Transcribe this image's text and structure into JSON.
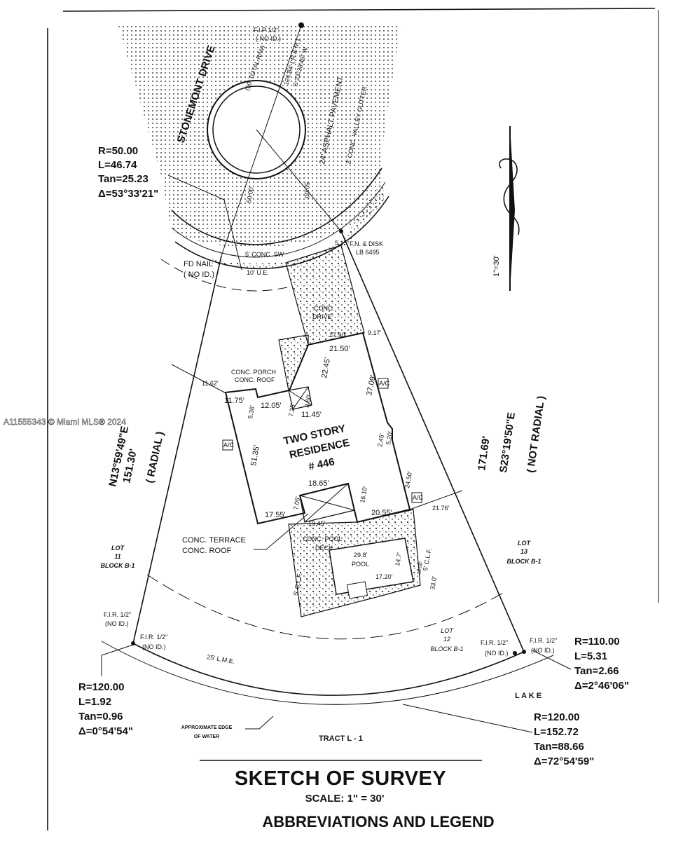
{
  "watermark": "A11555343 © Miami MLS® 2024",
  "street": {
    "name": "STONEMONT DRIVE",
    "row": "(50' TOTAL R/W)",
    "pavement": "24' ASPHALT PAVEMENT",
    "gutter": "2' CONC. VALLEY GUTTER",
    "radius1": "50.00'",
    "radius2": "50.00'",
    "sidewalk": "5' CONC. SW"
  },
  "monuments": {
    "fip_top": [
      "F.I.P 1/2\"",
      "( NO ID.)"
    ],
    "fip_bearing": [
      "124.84' ( R & M )",
      "S 23°28'49\" W"
    ],
    "fd_nail": [
      "FD NAIL",
      "( NO ID.)"
    ],
    "fn_disk": [
      "F.N. & DISK",
      "LB 6495"
    ],
    "fir_left_outer": [
      "F.I.R. 1/2\"",
      "(NO ID.)"
    ],
    "fir_left_inner": [
      "F.I.R. 1/2\"",
      "(NO ID.)"
    ],
    "fir_right_inner": [
      "F.I.R. 1/2\"",
      "(NO ID.)"
    ],
    "fir_right_outer": [
      "F.I.R. 1/2\"",
      "(NO ID.)"
    ]
  },
  "curves": {
    "c1": [
      "R=50.00",
      "L=46.74",
      "Tan=25.23",
      "Δ=53°33'21\""
    ],
    "c2": [
      "R=120.00",
      "L=1.92",
      "Tan=0.96",
      "Δ=0°54'54\""
    ],
    "c3": [
      "R=110.00",
      "L=5.31",
      "Tan=2.66",
      "Δ=2°46'06\""
    ],
    "c4": [
      "R=120.00",
      "L=152.72",
      "Tan=88.66",
      "Δ=72°54'59\""
    ]
  },
  "lines": {
    "left": [
      "N13°59'49\"E",
      "151.30'",
      "( RADIAL )"
    ],
    "right": [
      "171.69'",
      "S23°19'50\"E",
      "( NOT RADIAL )"
    ]
  },
  "easements": {
    "ue": "10' U.E.",
    "lme": "25' L.M.E."
  },
  "house": {
    "title": [
      "TWO STORY",
      "RESIDENCE",
      "# 446"
    ],
    "porch": [
      "CONC. PORCH",
      "CONC. ROOF"
    ],
    "terrace": [
      "CONC. TERRACE",
      "CONC. ROOF"
    ],
    "drive": [
      "CONC.",
      "DRIVE"
    ],
    "ac": "A/C",
    "dims": {
      "d5_1": "5.1'",
      "d17_90": "17.90'",
      "d9_17": "9.17'",
      "d21_50": "21.50'",
      "d22_45": "22.45'",
      "d37_09": "37.09'",
      "d11_62": "11.62'",
      "d11_75": "11.75'",
      "d12_05": "12.05'",
      "d5_36": "5.36'",
      "d7_25": "7.25'",
      "d8_60": "8.60'",
      "d11_45": "11.45'",
      "d51_35": "51.35'",
      "d2_45": "2.45'",
      "d5_20": "5.20'",
      "d24_50": "24.50'",
      "d18_65": "18.65'",
      "d7_05": "7.05'",
      "d16_10": "16.10'",
      "d17_55": "17.55'",
      "d20_55": "20.55'",
      "d21_76": "21.76'",
      "d19_45": "19.45'"
    }
  },
  "pool": {
    "deck": [
      "CONC. POOL",
      "DECK"
    ],
    "label": "POOL",
    "length": "29.8'",
    "width": "14.7'",
    "d17_20": "17.20'",
    "fence": "5' C.L.F.",
    "fence2": "5' C.L.F.",
    "d33": "33.0'",
    "d28": "28.50'"
  },
  "lots": {
    "lot11": [
      "LOT",
      "11",
      "BLOCK B-1"
    ],
    "lot12": [
      "LOT",
      "12",
      "BLOCK B-1"
    ],
    "lot13": [
      "LOT",
      "13",
      "BLOCK B-1"
    ]
  },
  "water": {
    "lake": "L A K E",
    "tract": "TRACT  L - 1",
    "edge": [
      "APPROXIMATE EDGE",
      "OF WATER"
    ]
  },
  "north_scale": "1\"=30'",
  "footer": {
    "title": "SKETCH OF SURVEY",
    "scale": "SCALE:  1\"  =  30'",
    "legend": "ABBREVIATIONS  AND  LEGEND"
  }
}
